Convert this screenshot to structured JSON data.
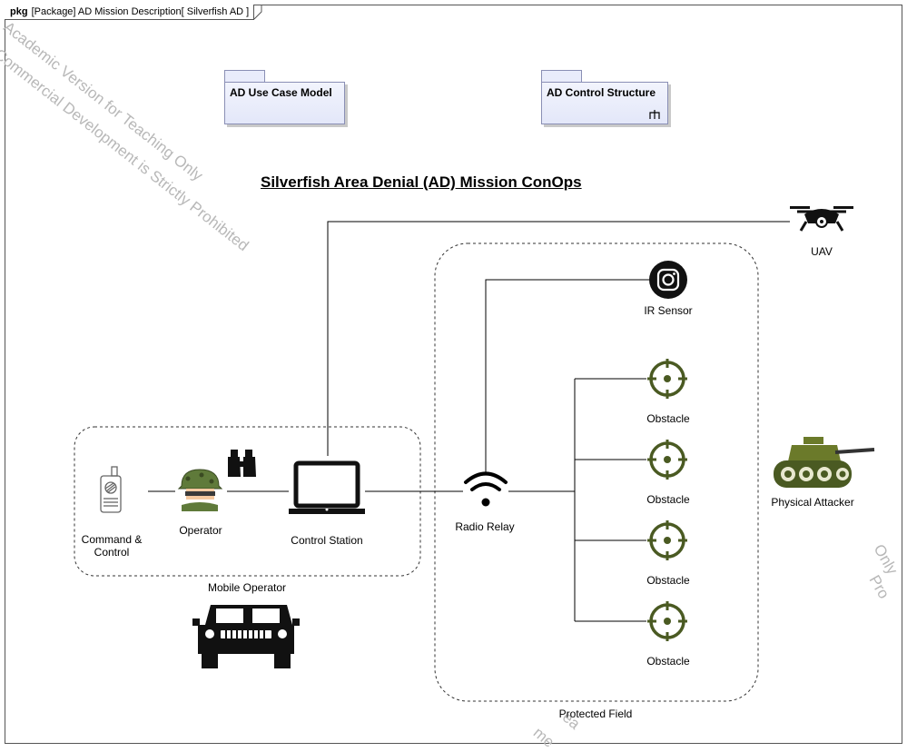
{
  "frame": {
    "keyword": "pkg",
    "header": "[Package] AD Mission Description[ Silverfish AD ]"
  },
  "watermarks": [
    "Academic Version for Teaching Only",
    "Commercial Development is Strictly Prohibited",
    "Only",
    "Pro",
    "me",
    "ea"
  ],
  "packages": {
    "use_case": {
      "title": "AD Use Case Model"
    },
    "control_structure": {
      "title": "AD Control Structure",
      "icon": "trident-icon",
      "glyph": "⪳"
    }
  },
  "diagram_title": "Silverfish Area Denial (AD) Mission ConOps",
  "nodes": {
    "uav": {
      "label": "UAV",
      "icon": "drone-icon"
    },
    "ir_sensor": {
      "label": "IR Sensor",
      "icon": "camera-icon"
    },
    "obstacles": [
      "Obstacle",
      "Obstacle",
      "Obstacle",
      "Obstacle"
    ],
    "obstacle_icon": "crosshair-icon",
    "physical_attacker": {
      "label": "Physical Attacker",
      "icon": "tank-icon"
    },
    "radio_relay": {
      "label": "Radio Relay",
      "icon": "wifi-icon"
    },
    "control_station": {
      "label": "Control Station",
      "icon": "laptop-icon"
    },
    "operator": {
      "label": "Operator",
      "icon": "soldier-icon"
    },
    "binoculars": {
      "icon": "binoculars-icon"
    },
    "command_control": {
      "label_line1": "Command &",
      "label_line2": "Control",
      "icon": "radio-icon"
    },
    "vehicle": {
      "icon": "humvee-icon"
    }
  },
  "regions": {
    "mobile_operator": "Mobile Operator",
    "protected_field": "Protected Field"
  },
  "colors": {
    "obstacle": "#4a5a22",
    "tank": "#4a5a22",
    "helmet": "#5f7a3a",
    "package_fill": "#e9ecfb",
    "watermark": "#b8b8b8"
  }
}
